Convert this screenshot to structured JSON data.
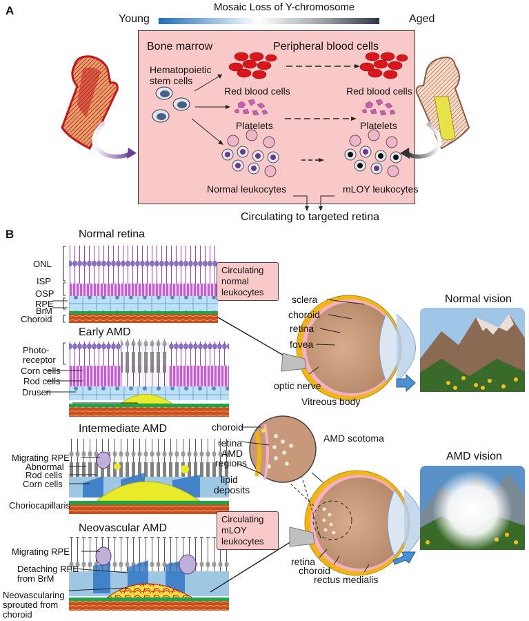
{
  "panel_a": {
    "letter": "A",
    "bar_title": "Mosaic Loss of Y-chromosome",
    "young": "Young",
    "aged": "Aged",
    "bone_marrow": "Bone marrow",
    "peripheral": "Peripheral blood cells",
    "hsc_line1": "Hematopoietic",
    "hsc_line2": "stem cells",
    "rbc_left": "Red blood cells",
    "rbc_right": "Red blood cells",
    "platelets_left": "Platelets",
    "platelets_right": "Platelets",
    "leuko_normal": "Normal leukocytes",
    "leuko_mloy": "mLOY leukocytes",
    "circulating": "Circulating to targeted retina"
  },
  "panel_b": {
    "letter": "B",
    "normal_retina": "Normal retina",
    "early_amd": "Early AMD",
    "intermediate_amd": "Intermediate AMD",
    "neovascular_amd": "Neovascular AMD",
    "layers": {
      "onl": "ONL",
      "isp": "ISP",
      "osp": "OSP",
      "rpe": "RPE",
      "brm": "BrM",
      "choroid": "Choroid"
    },
    "early": {
      "photo1": "Photo-",
      "photo2": "receptor",
      "corn": "Corn cells",
      "rod": "Rod cells",
      "drusen": "Drusen"
    },
    "intermediate": {
      "migrating": "Migrating RPE",
      "abnormal": "Abnormal",
      "rod": "Rod cells",
      "corn": "Corn cells",
      "chorio": "Choriocapillaris"
    },
    "neovascular": {
      "migrating": "Migrating RPE",
      "detach1": "Detaching RPE",
      "detach2": "from BrM",
      "neo1": "Neovascularing",
      "neo2": "sprouted from",
      "neo3": "choroid"
    },
    "callout_normal": [
      "Circulating",
      "normal",
      "leukocytes"
    ],
    "callout_mloy": [
      "Circulating",
      "mLOY",
      "leukocytes"
    ],
    "eye_top": {
      "sclera": "sclera",
      "choroid": "choroid",
      "retina": "retina",
      "fovea": "fovea",
      "optic_nerve": "optic nerve",
      "vitreous": "Vitreous body"
    },
    "zoom": {
      "choroid": "choroid",
      "retina": "retina",
      "amd1": "AMD",
      "amd2": "regions",
      "lipid1": "lipid",
      "lipid2": "deposits",
      "scotoma": "AMD scotoma"
    },
    "eye_bottom": {
      "retina": "retina",
      "choroid": "choroid",
      "rectus": "rectus medialis"
    },
    "normal_vision": "Normal vision",
    "amd_vision": "AMD vision"
  },
  "colors": {
    "box_pink": "#f9c8c8",
    "rbc_red": "#d9161c",
    "platelet_pink": "#c95fb0",
    "stem_blue": "#4a5f86",
    "photoreceptor_purple": "#a040c0",
    "rpe_blue": "#5ea7d8",
    "brm_green": "#18a84a",
    "choroid_orange": "#c8501e",
    "drusen_yellow": "#e8ea2a",
    "eye_brown": "#c8987a",
    "sclera_yellow": "#f0b618",
    "arrow_blue": "#4a90d2"
  }
}
